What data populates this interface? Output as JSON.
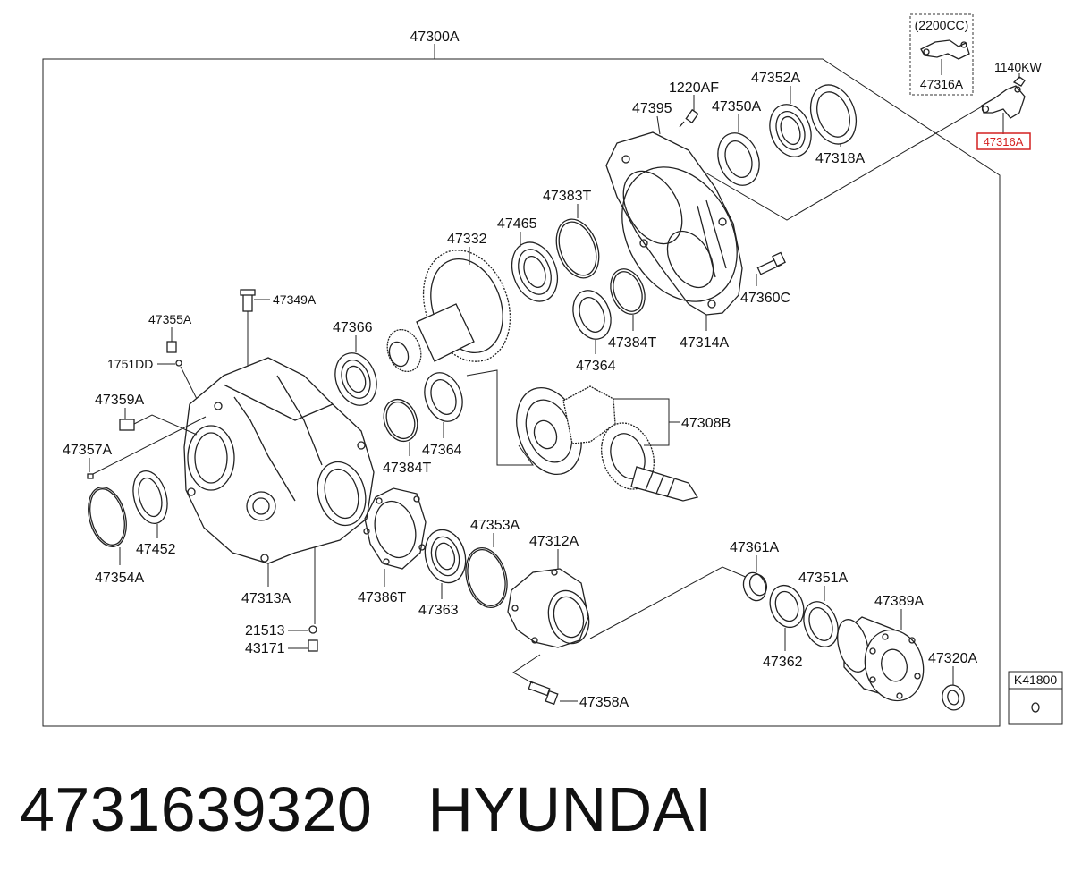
{
  "diagram": {
    "assembly_label": "47300A",
    "variant_label": "(2200CC)",
    "variant_part_label": "47316A",
    "highlighted_part": "47316A",
    "corner_ref": "K41800",
    "highlight_color": "#d42020",
    "labels": {
      "p1140KW": "1140KW",
      "p1220AF": "1220AF",
      "p47395": "47395",
      "p47352A": "47352A",
      "p47350A": "47350A",
      "p47318A": "47318A",
      "p47383T": "47383T",
      "p47465": "47465",
      "p47332": "47332",
      "p47360C": "47360C",
      "p47384T_top": "47384T",
      "p47314A": "47314A",
      "p47364_top": "47364",
      "p47349A": "47349A",
      "p47355A": "47355A",
      "p1751DD": "1751DD",
      "p47366": "47366",
      "p47359A": "47359A",
      "p47357A": "47357A",
      "p47308B": "47308B",
      "p47364_mid": "47364",
      "p47384T_mid": "47384T",
      "p47452": "47452",
      "p47354A": "47354A",
      "p47313A": "47313A",
      "p47353A": "47353A",
      "p47312A": "47312A",
      "p47386T": "47386T",
      "p47363": "47363",
      "p47361A": "47361A",
      "p47351A": "47351A",
      "p47389A": "47389A",
      "p47320A": "47320A",
      "p47362": "47362",
      "p21513": "21513",
      "p43171": "43171",
      "p47358A": "47358A"
    }
  },
  "caption": {
    "part_number": "4731639320",
    "brand": "HYUNDAI"
  }
}
